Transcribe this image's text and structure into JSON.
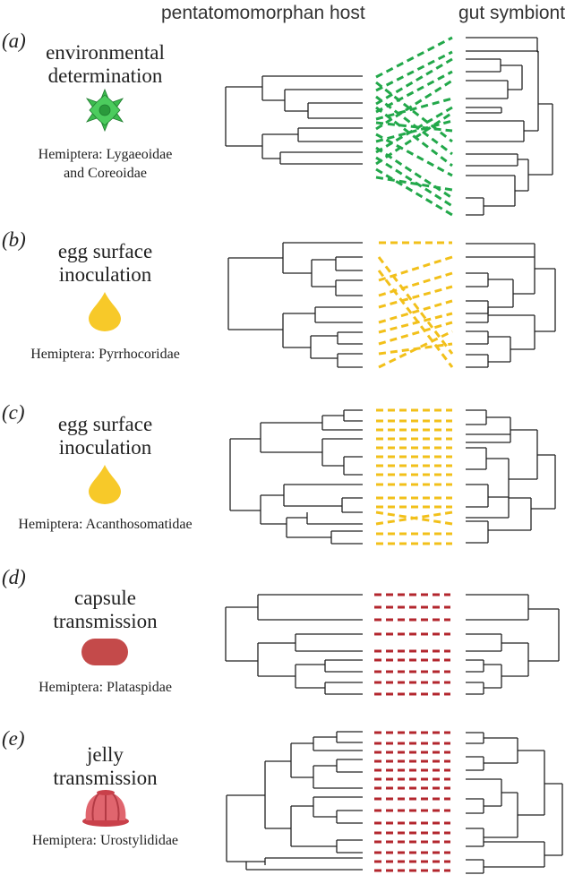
{
  "header": {
    "host": "pentatomomorphan host",
    "symbiont": "gut symbiont"
  },
  "colors": {
    "green": "#22a84a",
    "yellow": "#f5c518",
    "red": "#b3262d"
  },
  "panels": [
    {
      "label": "(a)",
      "title": [
        "environmental",
        "determination"
      ],
      "sub": [
        "Hemiptera: Lygaeoidae",
        "and Coreoidae"
      ],
      "icon": "green-star-icon"
    },
    {
      "label": "(b)",
      "title": [
        "egg surface",
        "inoculation"
      ],
      "sub": [
        "Hemiptera: Pyrrhocoridae"
      ],
      "icon": "yellow-droplet-icon"
    },
    {
      "label": "(c)",
      "title": [
        "egg surface",
        "inoculation"
      ],
      "sub": [
        "Hemiptera: Acanthosomatidae"
      ],
      "icon": "yellow-droplet-icon"
    },
    {
      "label": "(d)",
      "title": [
        "capsule",
        "transmission"
      ],
      "sub": [
        "Hemiptera: Plataspidae"
      ],
      "icon": "red-capsule-icon"
    },
    {
      "label": "(e)",
      "title": [
        "jelly",
        "transmission"
      ],
      "sub": [
        "Hemiptera: Urostylididae"
      ],
      "icon": "red-jelly-icon"
    }
  ]
}
